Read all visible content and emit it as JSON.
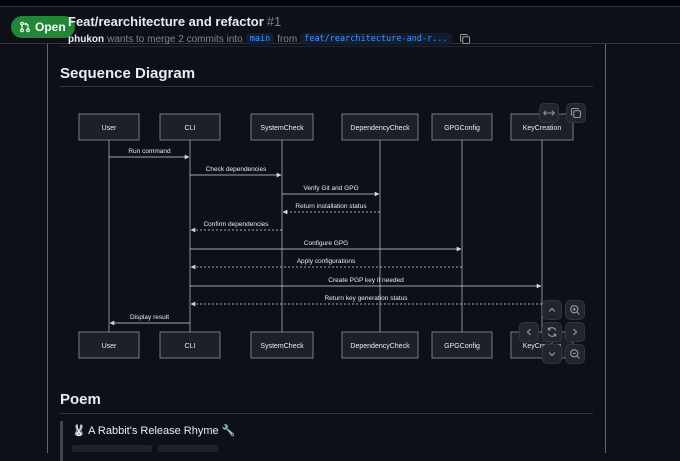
{
  "pr": {
    "status": "Open",
    "title": "Feat/rearchitecture and refactor",
    "number": "#1",
    "author": "phukon",
    "merge_text": "wants to merge 2 commits into",
    "base_branch": "main",
    "from_text": "from",
    "head_branch": "feat/rearchitecture-and-r..."
  },
  "sections": {
    "sequence_title": "Sequence Diagram",
    "poem_title": "Poem",
    "poem_line": "🐰 A Rabbit's Release Rhyme 🔧"
  },
  "diagram": {
    "participants": [
      "User",
      "CLI",
      "SystemCheck",
      "DependencyCheck",
      "GPGConfig",
      "KeyCreation"
    ],
    "messages": [
      {
        "from": 0,
        "to": 1,
        "label": "Run command",
        "dashed": false
      },
      {
        "from": 1,
        "to": 2,
        "label": "Check dependencies",
        "dashed": false
      },
      {
        "from": 2,
        "to": 3,
        "label": "Verify Git and GPG",
        "dashed": false
      },
      {
        "from": 3,
        "to": 2,
        "label": "Return installation status",
        "dashed": true
      },
      {
        "from": 2,
        "to": 1,
        "label": "Confirm dependencies",
        "dashed": true
      },
      {
        "from": 1,
        "to": 4,
        "label": "Configure GPG",
        "dashed": false
      },
      {
        "from": 4,
        "to": 1,
        "label": "Apply configurations",
        "dashed": true
      },
      {
        "from": 1,
        "to": 5,
        "label": "Create PGP key if needed",
        "dashed": false
      },
      {
        "from": 5,
        "to": 1,
        "label": "Return key generation status",
        "dashed": true
      },
      {
        "from": 1,
        "to": 0,
        "label": "Display result",
        "dashed": false
      }
    ]
  },
  "icons": {
    "status": "git-pull-request-icon",
    "copy": "copy-icon",
    "expand": "arrows-horizontal-icon",
    "zoom_in": "zoom-in-icon",
    "zoom_out": "zoom-out-icon",
    "pan_up": "chevron-up-icon",
    "pan_down": "chevron-down-icon",
    "pan_left": "chevron-left-icon",
    "pan_right": "chevron-right-icon",
    "reset": "sync-icon"
  },
  "colors": {
    "open_badge": "#238636",
    "link_blue": "#4493f8",
    "accent_border": "#1f6feb"
  }
}
